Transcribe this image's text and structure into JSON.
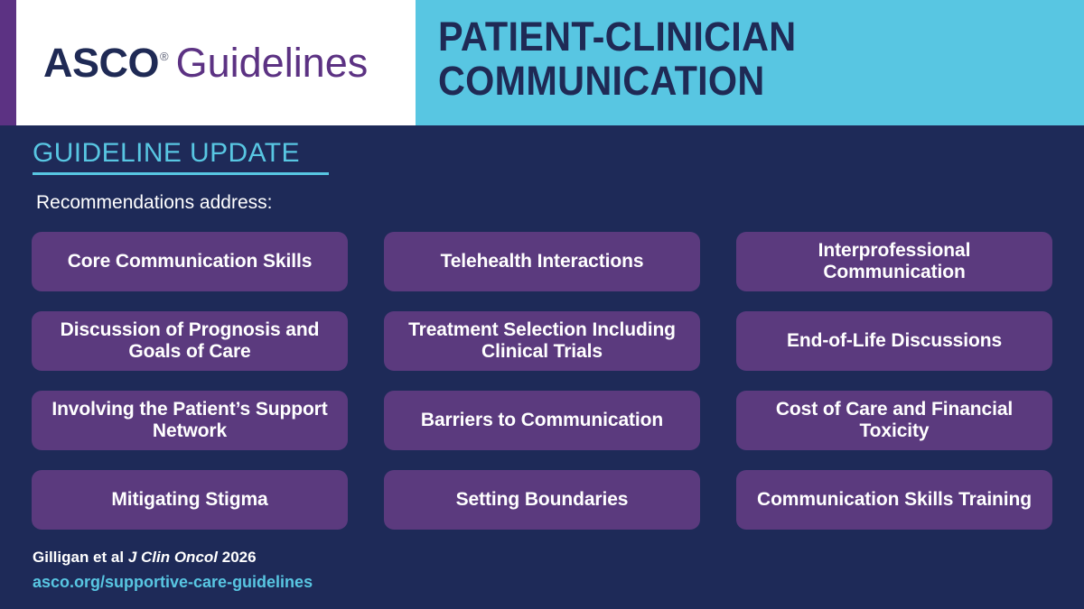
{
  "header": {
    "logo": {
      "brand": "ASCO",
      "registered_mark": "®",
      "product": "Guidelines"
    },
    "title_line1": "PATIENT-CLINICIAN",
    "title_line2": "COMMUNICATION"
  },
  "body": {
    "section_label": "GUIDELINE UPDATE",
    "subhead": "Recommendations address:",
    "topics": [
      "Core Communication Skills",
      "Telehealth Interactions",
      "Interprofessional Communication",
      "Discussion of Prognosis and Goals of Care",
      "Treatment Selection Including Clinical Trials",
      "End-of-Life Discussions",
      "Involving the Patient’s Support Network",
      "Barriers to Communication",
      "Cost of Care and Financial Toxicity",
      "Mitigating Stigma",
      "Setting Boundaries",
      "Communication Skills Training"
    ]
  },
  "footer": {
    "citation_authors": "Gilligan et al",
    "citation_journal": "J Clin Oncol",
    "citation_year": "2026",
    "url": "asco.org/supportive-care-guidelines"
  },
  "colors": {
    "navy": "#1e2a58",
    "cyan": "#58c6e2",
    "purple_chip": "#5b3a7e",
    "purple_accent": "#5c3283",
    "white": "#ffffff"
  }
}
